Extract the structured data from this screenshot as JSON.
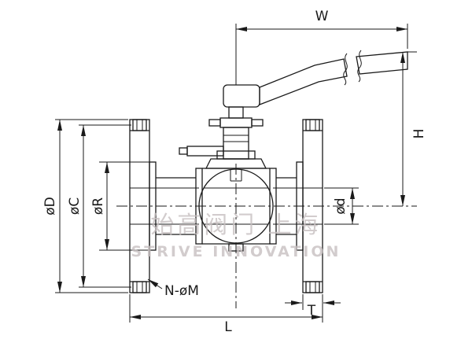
{
  "labels": {
    "w": "W",
    "h": "H",
    "d_outer": "øD",
    "d_bolt_circle": "øC",
    "d_raised_face": "øR",
    "d_bore": "ød",
    "bolt_holes": "N-øM",
    "face_to_face": "L",
    "flange_thickness": "T"
  },
  "watermark": {
    "line1": "始高阀门 上海",
    "line2": "STRIVE INNOVATION"
  },
  "colors": {
    "line": "#1a1a1a",
    "watermark": "#c7c0c1",
    "background": "#ffffff"
  }
}
